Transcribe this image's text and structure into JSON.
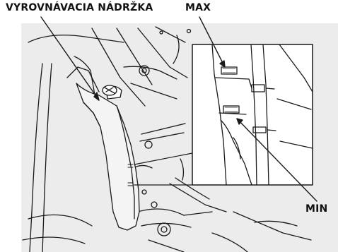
{
  "labels": {
    "reservoir": "VYROVNÁVACIA NÁDRŽKA",
    "max": "MAX",
    "min": "MIN"
  },
  "reservoir_marks": {
    "max_mark": "MAX",
    "min_mark": "MIN"
  },
  "colors": {
    "panel_background": "#ececec",
    "line": "#1a1a1a",
    "inset_background": "#ffffff"
  }
}
